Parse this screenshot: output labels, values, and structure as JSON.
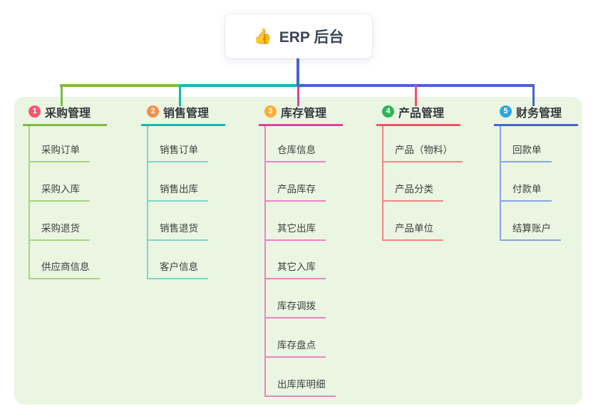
{
  "root": {
    "emoji": "👍",
    "label": "ERP 后台",
    "line_color": "#4a63cf"
  },
  "panel": {
    "bg": "#eaf6e2"
  },
  "branches": [
    {
      "number": "1",
      "label": "采购管理",
      "badge_color": "#f9566c",
      "line_color": "#7eb93f",
      "child_line_color": "#a8d37d",
      "children": [
        "采购订单",
        "采购入库",
        "采购退货",
        "供应商信息"
      ]
    },
    {
      "number": "2",
      "label": "销售管理",
      "badge_color": "#f78e4c",
      "line_color": "#10b9b4",
      "child_line_color": "#7fd5cd",
      "children": [
        "销售订单",
        "销售出库",
        "销售退货",
        "客户信息"
      ]
    },
    {
      "number": "3",
      "label": "库存管理",
      "badge_color": "#fbad34",
      "line_color": "#e13ea1",
      "child_line_color": "#ee82c4",
      "children": [
        "仓库信息",
        "产品库存",
        "其它出库",
        "其它入库",
        "库存调拨",
        "库存盘点",
        "出库库明细"
      ]
    },
    {
      "number": "4",
      "label": "产品管理",
      "badge_color": "#2fb558",
      "line_color": "#f4506b",
      "child_line_color": "#f6827e",
      "children": [
        "产品（物料）",
        "产品分类",
        "产品单位"
      ]
    },
    {
      "number": "5",
      "label": "财务管理",
      "badge_color": "#2ea7e0",
      "line_color": "#4a63cf",
      "child_line_color": "#8ca3de",
      "children": [
        "回款单",
        "付款单",
        "结算账户"
      ]
    }
  ]
}
